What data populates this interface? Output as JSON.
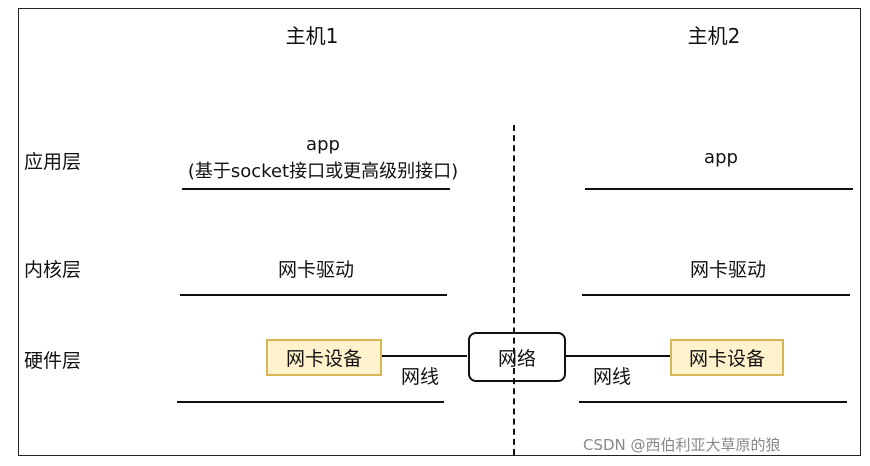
{
  "hosts": {
    "host1": "主机1",
    "host2": "主机2"
  },
  "layers": {
    "app": "应用层",
    "kernel": "内核层",
    "hardware": "硬件层"
  },
  "host1": {
    "app": "app",
    "app_note": "(基于socket接口或更高级别接口)",
    "driver": "网卡驱动",
    "device": "网卡设备",
    "cable": "网线"
  },
  "host2": {
    "app": "app",
    "driver": "网卡驱动",
    "device": "网卡设备",
    "cable": "网线"
  },
  "network": "网络",
  "watermark": "CSDN @西伯利亚大草原的狼",
  "colors": {
    "device_fill": "#fff2cc",
    "device_border": "#d6b656",
    "line": "#111111"
  }
}
